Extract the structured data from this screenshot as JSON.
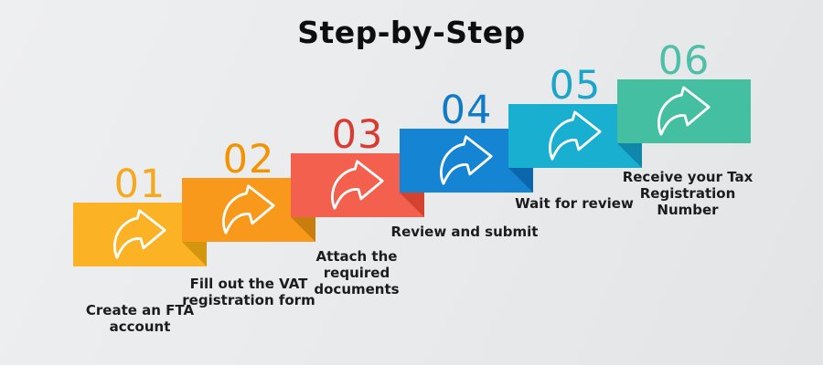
{
  "title": "Step-by-Step",
  "background_color": "#e9eaec",
  "label_color": "#1c1c1c",
  "arrow_color": "#ffffff",
  "steps": [
    {
      "number": "01",
      "label": "Create an FTA\naccount",
      "box_color": "#FBB224",
      "number_color": "#F6A81F",
      "fold_color": ""
    },
    {
      "number": "02",
      "label": "Fill out the VAT\nregistration form",
      "box_color": "#F9991B",
      "number_color": "#F39300",
      "fold_color": "#D4950F"
    },
    {
      "number": "03",
      "label": "Attach the\nrequired\ndocuments",
      "box_color": "#F3604D",
      "number_color": "#D93B30",
      "fold_color": "#C97D0C"
    },
    {
      "number": "04",
      "label": "Review and submit",
      "box_color": "#1585D3",
      "number_color": "#117BC8",
      "fold_color": "#D4432F"
    },
    {
      "number": "05",
      "label": "Wait for review",
      "box_color": "#19AFD1",
      "number_color": "#1BA6C9",
      "fold_color": "#0C66AC"
    },
    {
      "number": "06",
      "label": "Receive your Tax\nRegistration\nNumber",
      "box_color": "#45BFA1",
      "number_color": "#4FBFA8",
      "fold_color": "#0E87AA"
    }
  ]
}
